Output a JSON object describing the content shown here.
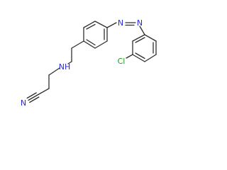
{
  "molecule": {
    "atoms": {
      "cl": "Cl",
      "nh": "NH",
      "n_nitrile": "N",
      "n_azo_1": "N",
      "n_azo_2": "N"
    },
    "colors": {
      "bond": "#2f2f2f",
      "nitrogen": "#2b2bd6",
      "chlorine": "#1f9a1f",
      "background": "#ffffff"
    }
  }
}
